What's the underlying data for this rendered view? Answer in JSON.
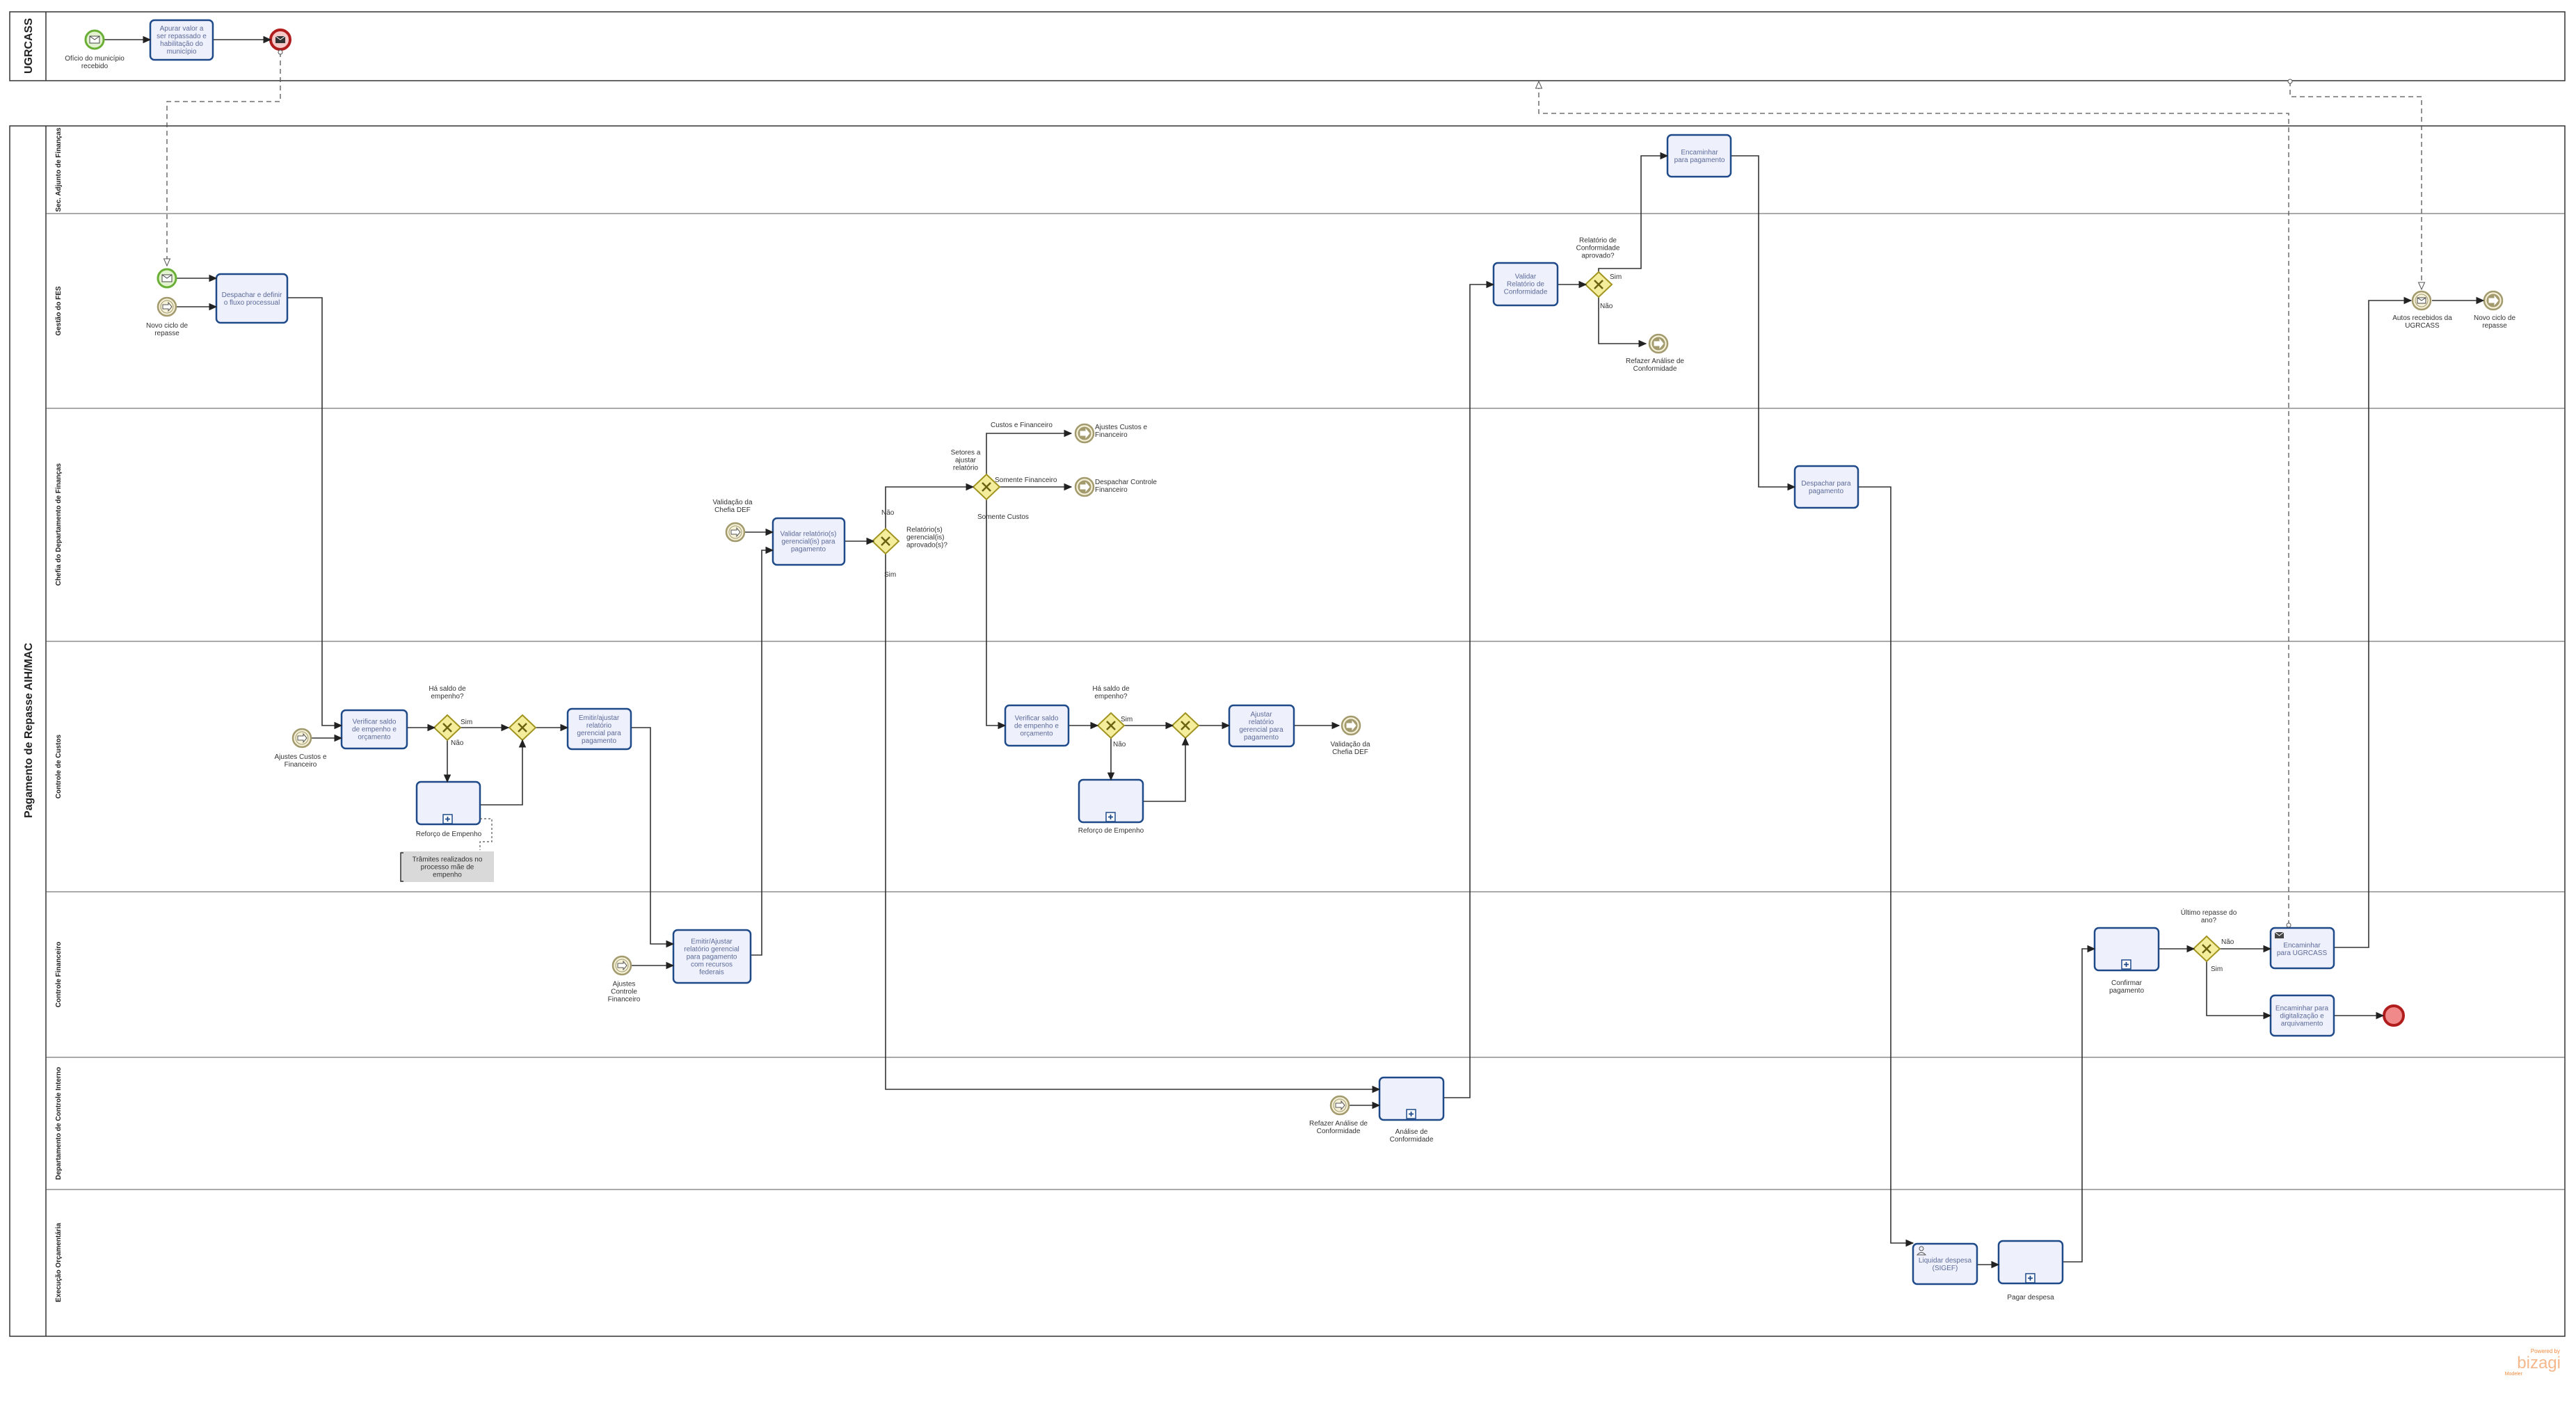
{
  "pools": [
    {
      "name": "UGRCASS"
    },
    {
      "name": "Pagamento de Repasse AIH/MAC"
    }
  ],
  "lanes": [
    {
      "name": "Sec. Adjunto de Finanças"
    },
    {
      "name": "Gestão do FES"
    },
    {
      "name": "Chefia do Departamento de Finanças"
    },
    {
      "name": "Controle de Custos"
    },
    {
      "name": "Controle Financeiro"
    },
    {
      "name": "Departamento de Controle Interno"
    },
    {
      "name": "Execução Orçamentária"
    }
  ],
  "tasks": {
    "t_apurar": [
      "Apurar valor a",
      "ser repassado e",
      "habilitação do",
      "município"
    ],
    "t_despachar_fluxo": [
      "Despachar e definir",
      "o fluxo processual"
    ],
    "t_verificar1": [
      "Verificar saldo",
      "de empenho e",
      "orçamento"
    ],
    "t_emitir_custos": [
      "Emitir/ajustar",
      "relatório",
      "gerencial para",
      "pagamento"
    ],
    "t_emitir_fin": [
      "Emitir/Ajustar",
      "relatório gerencial",
      "para pagamento",
      "com recursos",
      "federais"
    ],
    "t_validar_rel": [
      "Validar relatório(s)",
      "gerencial(is) para",
      "pagamento"
    ],
    "t_verificar2": [
      "Verificar saldo",
      "de empenho e",
      "orçamento"
    ],
    "t_ajustar_rel": [
      "Ajustar",
      "relatório",
      "gerencial para",
      "pagamento"
    ],
    "t_validar_conf": [
      "Validar",
      "Relatório de",
      "Conformidade"
    ],
    "t_encaminhar_pag": [
      "Encaminhar",
      "para pagamento"
    ],
    "t_despachar_pag": [
      "Despachar para",
      "pagamento"
    ],
    "t_liquidar": [
      "Liquidar despesa",
      "(SIGEF)"
    ],
    "t_encaminhar_ugr": [
      "Encaminhar",
      "para UGRCASS"
    ],
    "t_encaminhar_dig": [
      "Encaminhar para",
      "digitalização e",
      "arquivamento"
    ]
  },
  "subprocess_labels": {
    "sp_reforco1": "Reforço de Empenho",
    "sp_reforco2": "Reforço de Empenho",
    "sp_analise": [
      "Análise de",
      "Conformidade"
    ],
    "sp_pagar": "Pagar despesa",
    "sp_confirmar": [
      "Confirmar",
      "pagamento"
    ]
  },
  "event_labels": {
    "ev_oficio": [
      "Ofício do município",
      "recebido"
    ],
    "ev_novo_ciclo1": [
      "Novo ciclo de",
      "repasse"
    ],
    "ev_ajustes_custos": [
      "Ajustes Custos e",
      "Financeiro"
    ],
    "ev_ajustes_fin": [
      "Ajustes",
      "Controle",
      "Financeiro"
    ],
    "ev_validacao_chefia": [
      "Validação da",
      "Chefia DEF"
    ],
    "ev_ajustes_cf_out": [
      "Ajustes Custos e",
      "Financeiro"
    ],
    "ev_despachar_cf": [
      "Despachar Controle",
      "Financeiro"
    ],
    "ev_validacao_out": [
      "Validação da",
      "Chefia DEF"
    ],
    "ev_refazer_out": [
      "Refazer Análise de",
      "Conformidade"
    ],
    "ev_refazer_in": [
      "Refazer Análise de",
      "Conformidade"
    ],
    "ev_autos": [
      "Autos recebidos da",
      "UGRCASS"
    ],
    "ev_novo_ciclo2": [
      "Novo ciclo de",
      "repasse"
    ]
  },
  "gateway_labels": {
    "g_saldo1": [
      "Há saldo de",
      "empenho?"
    ],
    "g_saldo2": [
      "Há saldo de",
      "empenho?"
    ],
    "g_setores": [
      "Setores a",
      "ajustar",
      "relatório"
    ],
    "g_aprovado": [
      "Relatório(s)",
      "gerencial(is)",
      "aprovado(s)?"
    ],
    "g_conformidade": [
      "Relatório de",
      "Conformidade",
      "aprovado?"
    ],
    "g_ultimo": [
      "Último repasse do",
      "ano?"
    ]
  },
  "flow_labels": {
    "sim": "Sim",
    "nao": "Não",
    "custos_financeiro": "Custos e Financeiro",
    "somente_financeiro": "Somente Financeiro",
    "somente_custos": "Somente Custos"
  },
  "annotation": [
    "Trâmites realizados no",
    "processo mãe de",
    "empenho"
  ],
  "watermark": {
    "top": "Powered by",
    "brand": "bizagi",
    "bottom": "Modeler"
  },
  "colors": {
    "task_fill": "#eef1fb",
    "task_stroke": "#1f4a8a",
    "gateway_fill": "#f3ed9c",
    "start_event": "#7cc242",
    "end_event": "#e05a5a",
    "intermediate_event": "#a39a6e",
    "brand": "#f08a3c"
  }
}
